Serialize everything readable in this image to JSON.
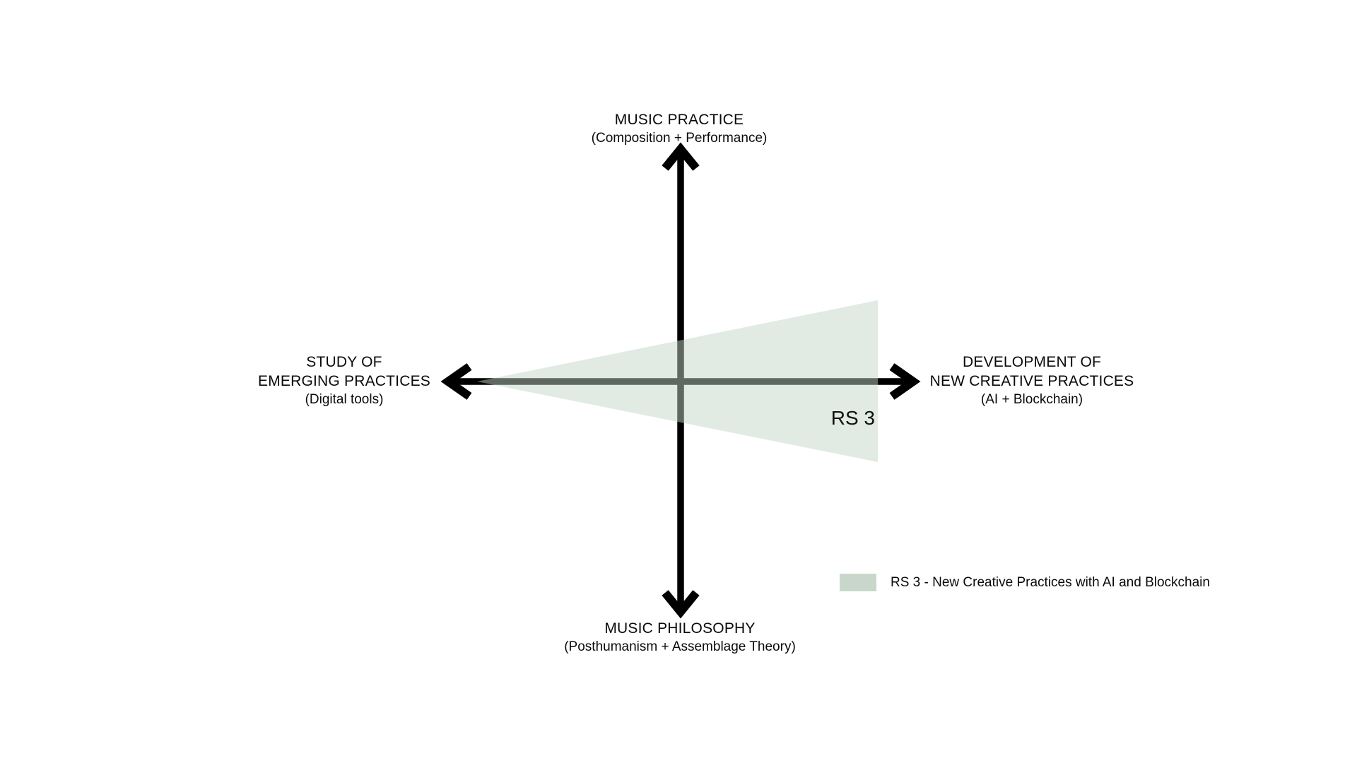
{
  "diagram": {
    "axes": {
      "vertical_top": {
        "title": "MUSIC PRACTICE",
        "subtitle": "(Composition + Performance)"
      },
      "vertical_bottom": {
        "title": "MUSIC PHILOSOPHY",
        "subtitle": "(Posthumanism + Assemblage Theory)"
      },
      "horizontal_left": {
        "title_line1": "STUDY OF",
        "title_line2": "EMERGING PRACTICES",
        "subtitle": "(Digital tools)"
      },
      "horizontal_right": {
        "title_line1": "DEVELOPMENT OF",
        "title_line2": "NEW CREATIVE PRACTICES",
        "subtitle": "(AI + Blockchain)"
      }
    },
    "region": {
      "label": "RS 3"
    },
    "legend": {
      "swatch_color": "#c8d7ca",
      "label": "RS 3 - New Creative Practices with AI and Blockchain"
    }
  },
  "colors": {
    "axis": "#000000",
    "wedge_fill": "rgba(194,214,198,0.49)",
    "background": "#ffffff"
  }
}
